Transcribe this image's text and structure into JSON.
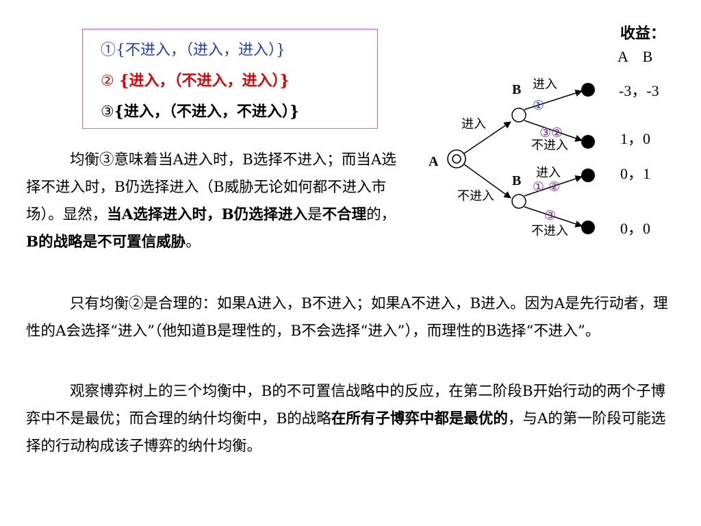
{
  "equilibria": [
    {
      "mark": "①",
      "text": "{不进入，（进入，进入）}",
      "color": "#1f3fbf"
    },
    {
      "mark": "②",
      "text": " {进入，（不进入，进入）}",
      "color": "#e00000"
    },
    {
      "mark": "③",
      "text": "{进入，（不进入，不进入）}",
      "color": "#000000"
    }
  ],
  "payoff_header": {
    "title": "收益：",
    "cols": "A    B"
  },
  "tree": {
    "root_label": "A",
    "node_b_top": "B",
    "node_b_bottom": "B",
    "a_enter": "进入",
    "a_not_enter": "不进入",
    "b1_enter": "进入",
    "b1_not_enter": "不进入",
    "b2_enter": "进入",
    "b2_not_enter": "不进入",
    "mark_b1_enter": "①",
    "mark_b1_not_enter": "③②",
    "mark_b2_enter": "① ②",
    "mark_b2_not_enter": "③",
    "payoffs": [
      "-3，-3",
      "1，0",
      "0，1",
      "0，0"
    ],
    "colors": {
      "blue": "#1f3fbf",
      "red": "#e00000",
      "purple": "#7a1f9a"
    }
  },
  "paragraph1": {
    "a": "均衡③意味着当A进入时，B选择不进入；而当A选择不进入时，B仍选择进入（B威胁无论如何都不进入市场）。显然，",
    "b": "当A选择进入时，B仍选择进入",
    "c": "是",
    "d": "不合理",
    "e": "的，",
    "f": "B的战略是不可置信威胁",
    "g": "。"
  },
  "paragraph2": "只有均衡②是合理的：如果A进入，B不进入；如果A不进入，B进入。因为A是先行动者，理性的A会选择“进入”（他知道B是理性的，B不会选择“进入”），而理性的B选择“不进入”。",
  "paragraph3": {
    "a": "观察博弈树上的三个均衡中，B的不可置信战略中的反应，在第二阶段B开始行动的两个子博弈中不是最优；而合理的纳什均衡中，B的战略",
    "b": "在所有子博弈中都是最优的",
    "c": "，与A的第一阶段可能选择的行动构成该子博弈的纳什均衡。"
  }
}
